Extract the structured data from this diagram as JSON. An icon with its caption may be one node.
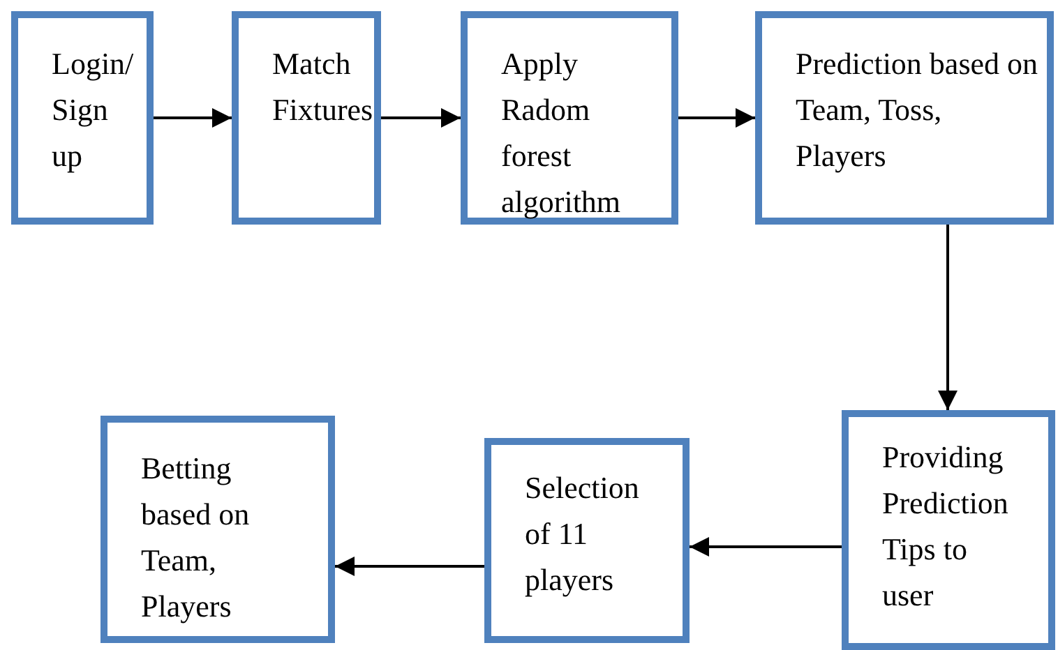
{
  "diagram": {
    "nodes": [
      {
        "text": [
          "Login/ Sign up"
        ]
      },
      {
        "text": [
          "Match Fixtures"
        ]
      },
      {
        "text": [
          "Apply Radom forest algorithm"
        ]
      },
      {
        "text": [
          "Prediction based on Team, Toss, Players"
        ]
      },
      {
        "text": [
          "Providing Prediction Tips to user"
        ]
      },
      {
        "text": [
          "Selection of 11 players"
        ]
      },
      {
        "text": [
          "Betting based on Team, Players"
        ]
      }
    ],
    "edges": [
      {
        "from": 0,
        "to": 1,
        "arrow": "to"
      },
      {
        "from": 1,
        "to": 2,
        "arrow": "to"
      },
      {
        "from": 2,
        "to": 3,
        "arrow": "to"
      },
      {
        "from": 3,
        "to": 4,
        "arrow": "to"
      },
      {
        "from": 4,
        "to": 5,
        "arrow": "to"
      },
      {
        "from": 5,
        "to": 6,
        "arrow": "to"
      }
    ]
  }
}
